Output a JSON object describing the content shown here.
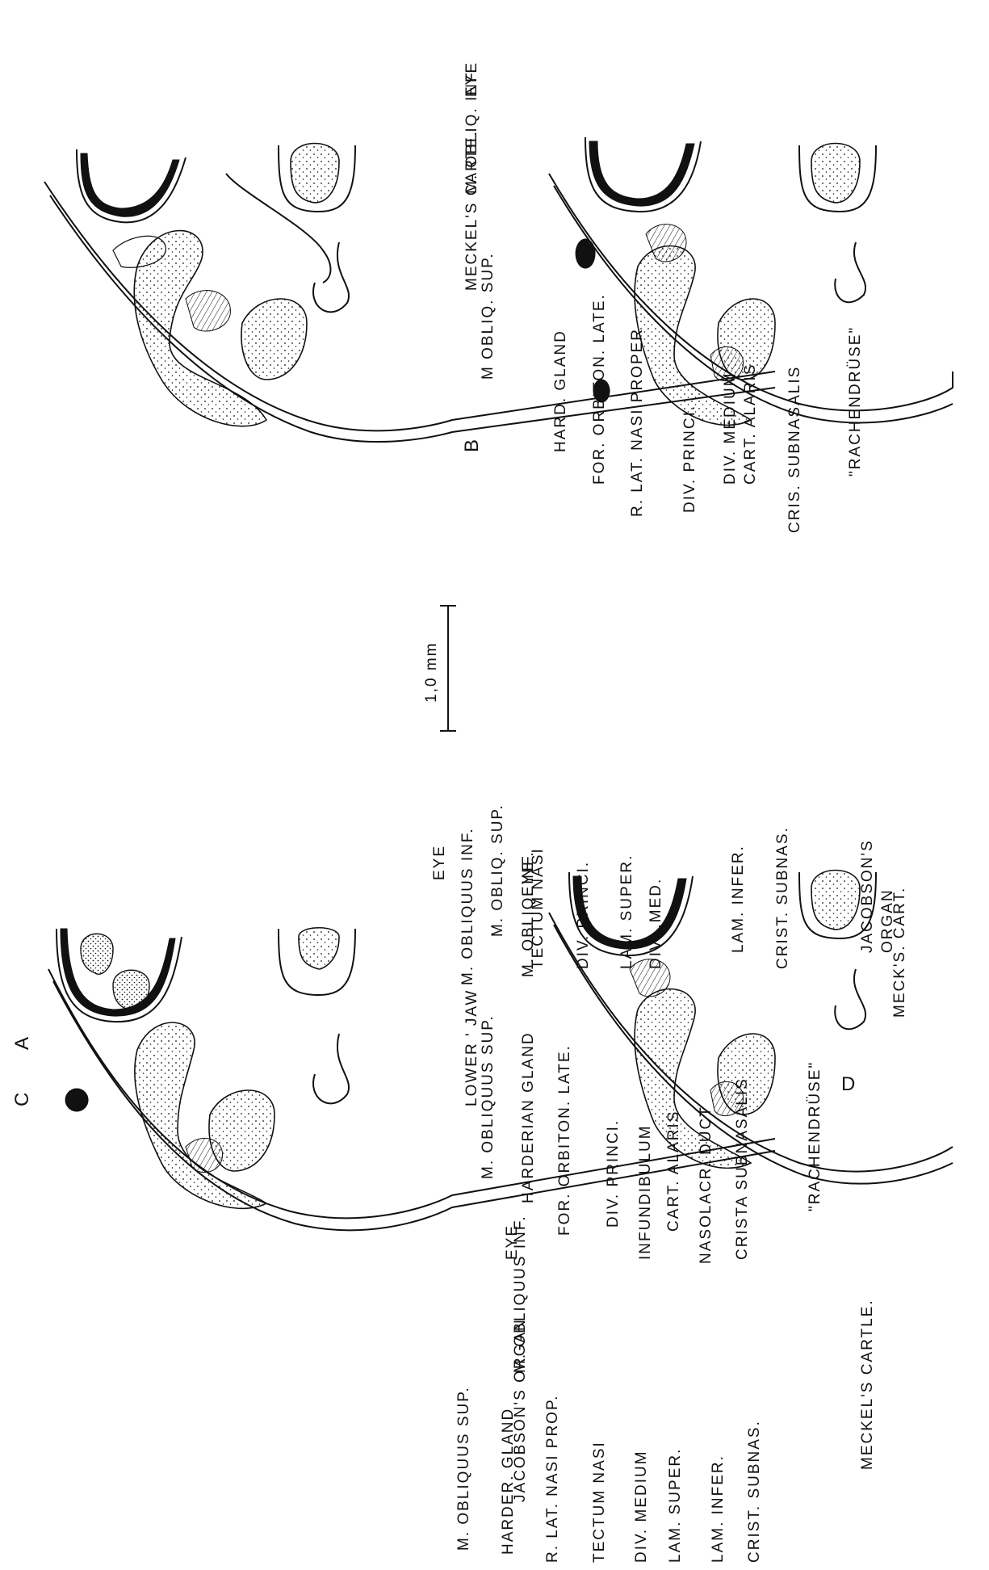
{
  "scale_bar": {
    "label": "1,0 mm"
  },
  "panels": [
    {
      "letter": "A",
      "labels": {
        "m_obliquus_sup": "M. OBLIQUUS SUP.",
        "harderian_gland": "HARDERIAN GLAND",
        "for_orbiton_late": "FOR. ORBITON. LATE.",
        "div_princi": "DIV. PRINCI.",
        "infundibulum": "INFUNDIBULUM",
        "cart_alaris": "CART. ALARIS",
        "nasolacr_duct": "NASOLACR. DUCT",
        "crista_subnasalis": "CRISTA SUBNASALIS",
        "rachendruse": "\"RACHENDRÜSE\"",
        "eye": "EYE",
        "m_obliquus_inf": "M. OBLIQUUS INF.",
        "lower_jaw": "LOWER ' JAW"
      }
    },
    {
      "letter": "B",
      "labels": {
        "m_obliq_sup": "M OBLIQ. SUP.",
        "hard_gland": "HARD. GLAND",
        "for_orbiton_late": "FOR. ORBITON. LATE.",
        "r_lat_nasi_proper": "R. LAT. NASI PROPER",
        "div_princi": "DIV. PRINCI.",
        "div_medium": "DIV. MEDIUM",
        "cart_alaris": "CART. ALARIS",
        "cris_subnasalis": "CRIS. SUBNASALIS",
        "rachendruse": "\"RACHENDRÜSE\"",
        "eye": "EYE",
        "m_obliq_inf": "M. OBLIQ. INF.",
        "meckels_carte": "MECKEL'S CARTE."
      }
    },
    {
      "letter": "C",
      "labels": {
        "m_obliquus_sup": "M. OBLIQUUS SUP.",
        "harder_gland": "HARDER. GLAND",
        "r_lat_nasi_prop": "R. LAT. NASI PROP.",
        "tectum_nasi": "TECTUM NASI",
        "div_medium": "DIV. MEDIUM",
        "lam_super": "LAM. SUPER.",
        "lam_infer": "LAM. INFER.",
        "crist_subnas": "CRIST. SUBNAS.",
        "eye": "EYE",
        "m_obliquus_inf": "M. OBLIQUUS INF.",
        "jacobsons_organ": "JACOBSON'S ORGAN",
        "meckels_cartle": "MECKEL'S CARTLE."
      }
    },
    {
      "letter": "D",
      "labels": {
        "m_obliq_sup": "M. OBLIQ. SUP.",
        "tectum_nasi": "TECTUM NASI",
        "div_princi": "DIV. PRINCI.",
        "lam_super": "LAM. SUPER.",
        "div_med": "DIV. ,MED.",
        "lam_infer": "LAM. INFER.",
        "crist_subnas": "CRIST. SUBNAS.",
        "eye": "EYE",
        "m_obliq_inf": "M. OBLIQ. INF.",
        "jacobsons": "JACOBSON'S",
        "organ": "ORGAN",
        "meck_s_cart": "MECK'S. CART."
      }
    }
  ]
}
